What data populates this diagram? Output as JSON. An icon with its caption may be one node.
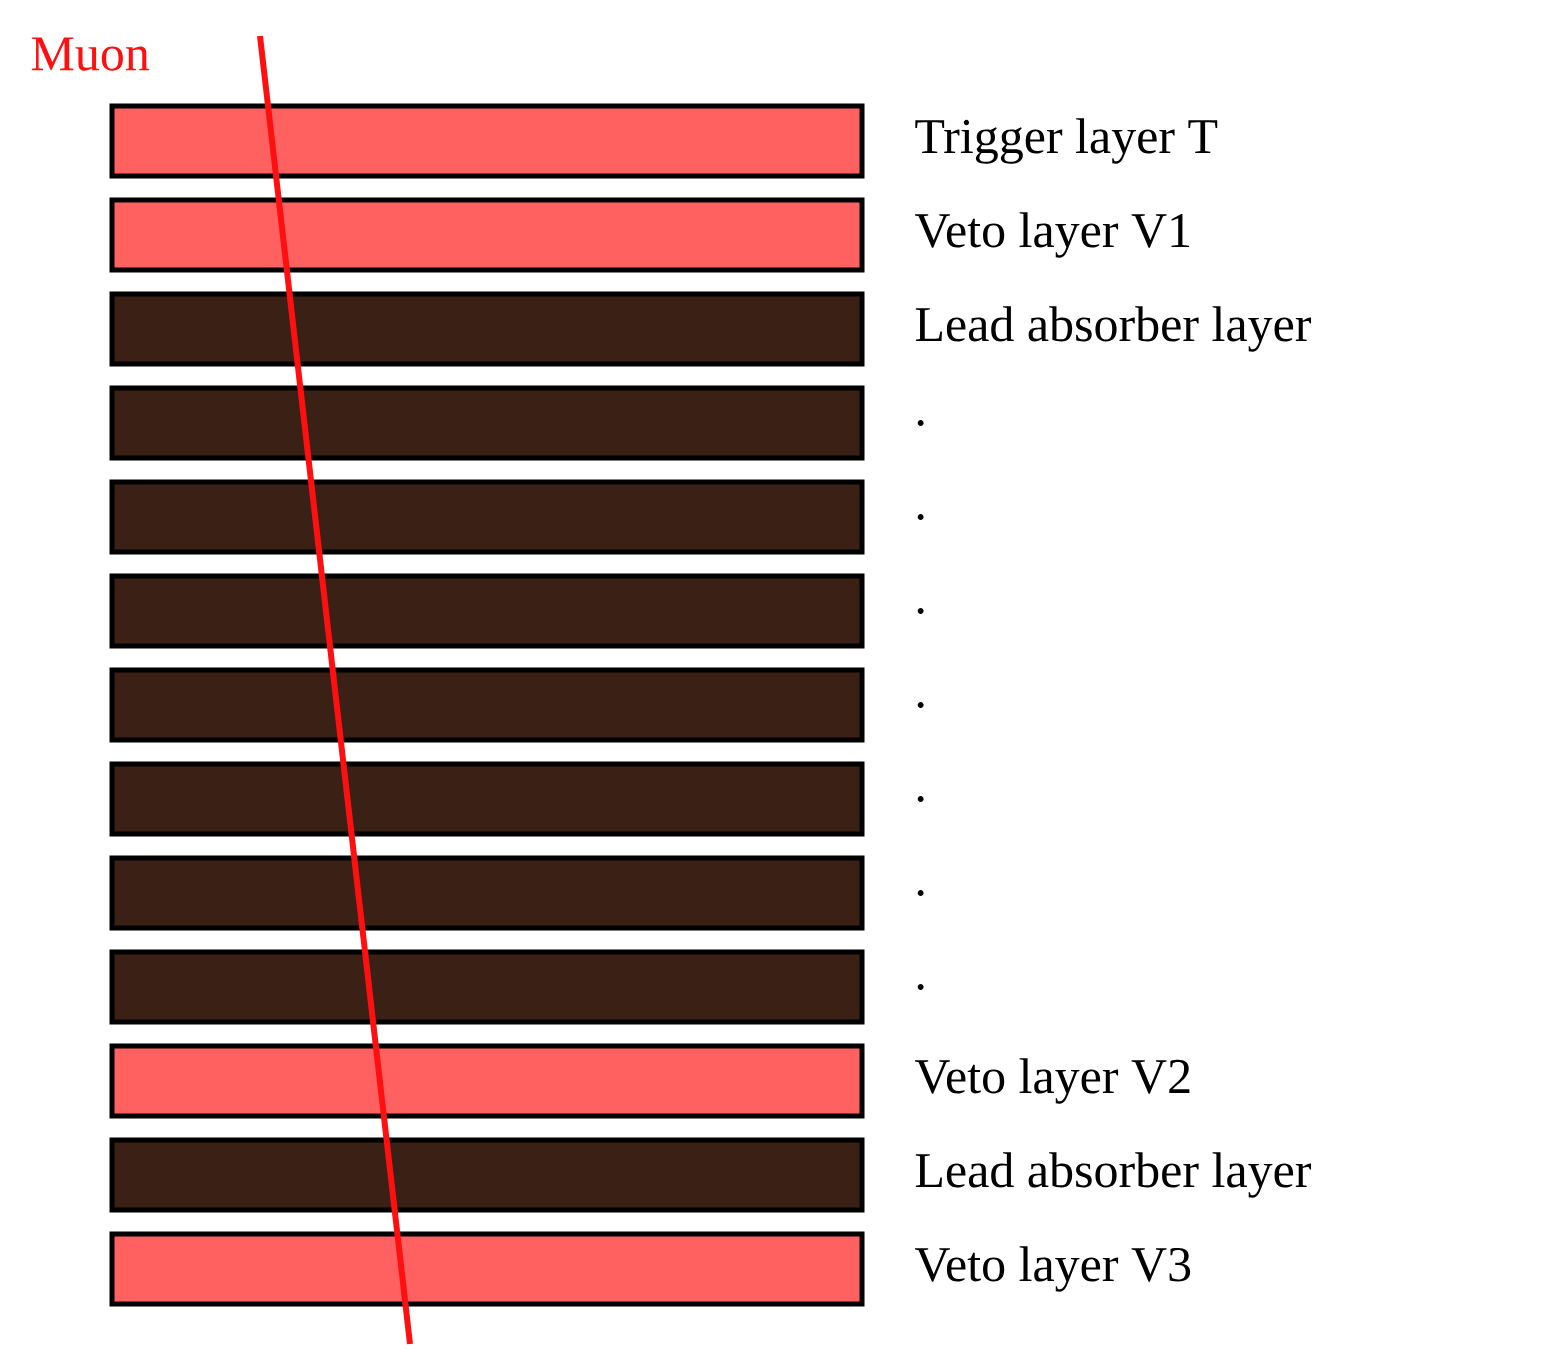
{
  "diagram": {
    "nodes": [
      {
        "text": [],
        "shape": "bar",
        "beside": [
          "Trigger layer T"
        ]
      },
      {
        "text": [],
        "shape": "bar",
        "beside": [
          "Veto layer V1"
        ]
      },
      {
        "text": [],
        "shape": "bar",
        "beside": [
          "Lead absorber layer"
        ]
      },
      {
        "text": [],
        "shape": "bar",
        "beside": [
          "."
        ]
      },
      {
        "text": [],
        "shape": "bar",
        "beside": [
          "."
        ]
      },
      {
        "text": [],
        "shape": "bar",
        "beside": [
          "."
        ]
      },
      {
        "text": [],
        "shape": "bar",
        "beside": [
          "."
        ]
      },
      {
        "text": [],
        "shape": "bar",
        "beside": [
          "."
        ]
      },
      {
        "text": [],
        "shape": "bar",
        "beside": [
          "."
        ]
      },
      {
        "text": [],
        "shape": "bar",
        "beside": [
          "."
        ]
      },
      {
        "text": [],
        "shape": "bar",
        "beside": [
          "Veto layer V2"
        ]
      },
      {
        "text": [],
        "shape": "bar",
        "beside": [
          "Lead absorber layer"
        ]
      },
      {
        "text": [],
        "shape": "bar",
        "beside": [
          "Veto layer V3"
        ]
      }
    ],
    "labels": [
      "Muon"
    ]
  }
}
